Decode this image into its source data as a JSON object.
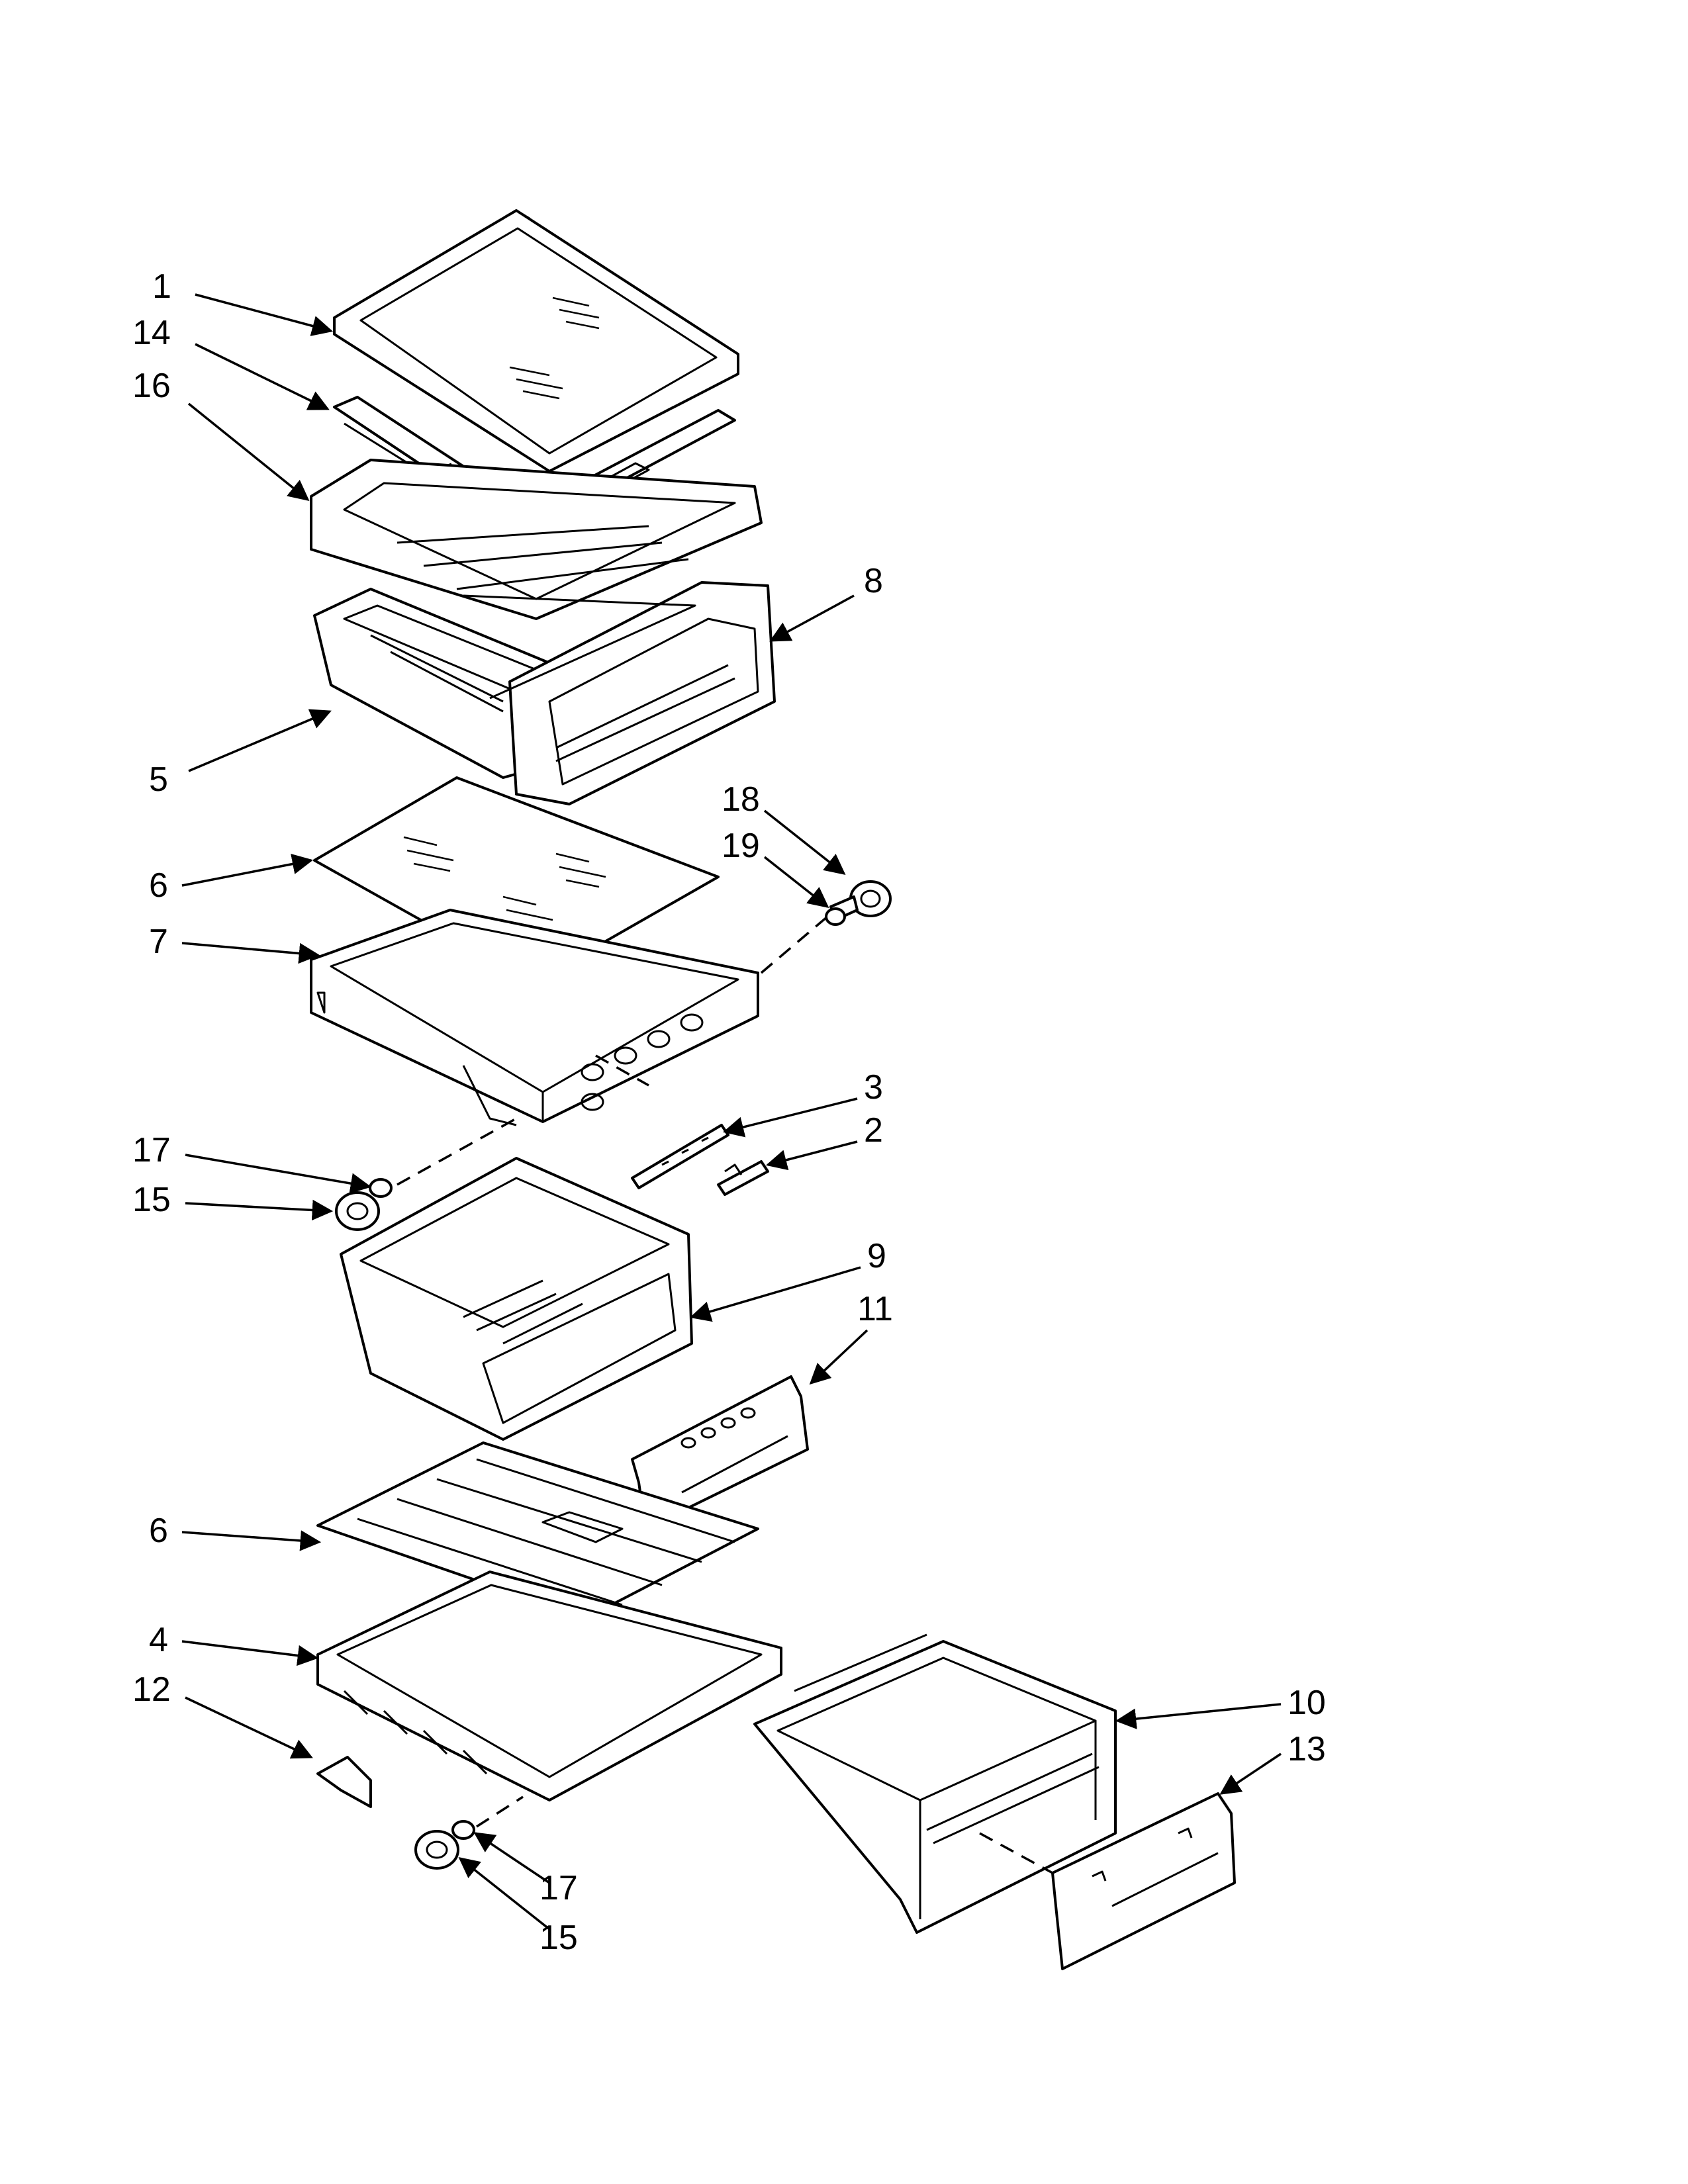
{
  "callouts": [
    {
      "id": "c1",
      "label": "1"
    },
    {
      "id": "c14",
      "label": "14"
    },
    {
      "id": "c16",
      "label": "16"
    },
    {
      "id": "c8",
      "label": "8"
    },
    {
      "id": "c5",
      "label": "5"
    },
    {
      "id": "c18",
      "label": "18"
    },
    {
      "id": "c19",
      "label": "19"
    },
    {
      "id": "c6a",
      "label": "6"
    },
    {
      "id": "c7",
      "label": "7"
    },
    {
      "id": "c3",
      "label": "3"
    },
    {
      "id": "c2",
      "label": "2"
    },
    {
      "id": "c17a",
      "label": "17"
    },
    {
      "id": "c15a",
      "label": "15"
    },
    {
      "id": "c9",
      "label": "9"
    },
    {
      "id": "c11",
      "label": "11"
    },
    {
      "id": "c6b",
      "label": "6"
    },
    {
      "id": "c4",
      "label": "4"
    },
    {
      "id": "c12",
      "label": "12"
    },
    {
      "id": "c10",
      "label": "10"
    },
    {
      "id": "c13",
      "label": "13"
    },
    {
      "id": "c17b",
      "label": "17"
    },
    {
      "id": "c15b",
      "label": "15"
    }
  ],
  "colors": {
    "line": "#000000",
    "background": "#ffffff"
  }
}
